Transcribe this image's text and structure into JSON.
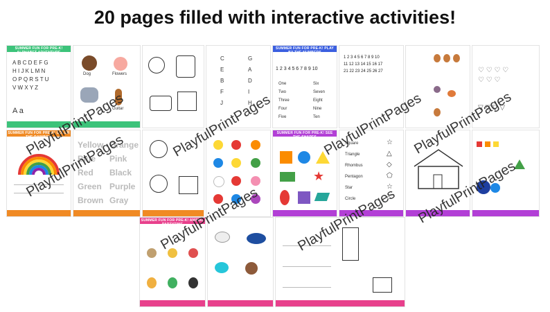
{
  "headline": "20 pages filled with interactive activities!",
  "watermark": "PlayfulPrintPages",
  "pages": {
    "alphabet": {
      "title": "SUMMER FUN FOR PRE-K! ALPHABET ADVENTURE",
      "color": "#3cc37a",
      "sample": "A a"
    },
    "numbers": {
      "title": "SUMMER FUN FOR PRE-K! PLAY BY THE NUMBERS",
      "color": "#3b5fe0",
      "digits": [
        "1",
        "2",
        "3",
        "4",
        "5",
        "6",
        "7",
        "8",
        "9",
        "10"
      ],
      "words_left": [
        "One",
        "Two",
        "Three",
        "Four",
        "Five"
      ],
      "words_right": [
        "Six",
        "Seven",
        "Eight",
        "Nine",
        "Ten"
      ]
    },
    "rainbow": {
      "title": "SUMMER FUN FOR PRE-K! COLOR THE RAINBOW",
      "color": "#f08a24"
    },
    "colors": {
      "left": [
        "Yellow",
        "Blue",
        "Red",
        "Green",
        "Brown"
      ],
      "right": [
        "Orange",
        "Pink",
        "Black",
        "Purple",
        "Gray"
      ]
    },
    "shapes": {
      "title": "SUMMER FUN FOR PRE-K! SEE THE SHAPES",
      "color": "#b23fd6",
      "names": [
        "Square",
        "Triangle",
        "Rhombus",
        "Pentagon",
        "Star",
        "Circle"
      ]
    },
    "animals": {
      "title": "SUMMER FUN FOR PRE-K! ANIMAL PARTYTIME",
      "color": "#e8408c"
    },
    "picture_words": {
      "dog": "Dog",
      "flowers": "Flowers",
      "guitar": "Guitar"
    },
    "icons": [
      "dog-icon",
      "flower-icon",
      "elephant-icon",
      "guitar-icon",
      "rainbow-icon",
      "house-icon",
      "whale-icon",
      "jellyfish-icon"
    ]
  }
}
